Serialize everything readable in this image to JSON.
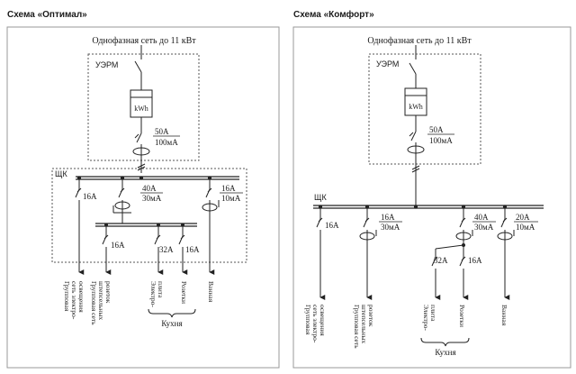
{
  "left": {
    "heading": "Схема «Оптимал»",
    "supply": "Однофазная сеть до 11 кВт",
    "meter_box": "УЭРМ",
    "meter": "kWh",
    "rcd_main_a": "50А",
    "rcd_main_ma": "100мА",
    "panel": "ЩК",
    "brk_lighting": "16А",
    "rcd_group_a": "40А",
    "rcd_group_ma": "30мА",
    "rcd_bath_a": "16А",
    "rcd_bath_ma": "10мА",
    "brk_sockets": "16А",
    "brk_stove": "32А",
    "brk_kitchen_sockets": "16А",
    "load_lighting": [
      "Групповая",
      "сеть электро-",
      "освещения"
    ],
    "load_sockets": [
      "Групповая сеть",
      "штепсельных",
      "розеток"
    ],
    "load_stove": [
      "Электро-",
      "плита"
    ],
    "load_kitchen_sockets": [
      "Розетки"
    ],
    "load_bath": [
      "Ванная"
    ],
    "kitchen": "Кухня"
  },
  "right": {
    "heading": "Схема «Комфорт»",
    "supply": "Однофазная сеть до 11 кВт",
    "meter_box": "УЭРМ",
    "meter": "kWh",
    "rcd_main_a": "50А",
    "rcd_main_ma": "100мА",
    "panel": "ЩК",
    "brk_lighting": "16А",
    "rcd_sockets_a": "16А",
    "rcd_sockets_ma": "30мА",
    "rcd_kitchen_a": "40А",
    "rcd_kitchen_ma": "30мА",
    "rcd_bath_a": "20А",
    "rcd_bath_ma": "10мА",
    "brk_stove": "32А",
    "brk_kitchen_sockets": "16А",
    "load_lighting": [
      "Групповая",
      "сеть электро-",
      "освещения"
    ],
    "load_sockets": [
      "Групповая сеть",
      "штепсельных",
      "розеток"
    ],
    "load_stove": [
      "Электро-",
      "плита"
    ],
    "load_kitchen_sockets": [
      "Розетки"
    ],
    "load_bath": [
      "Ванная"
    ],
    "kitchen": "Кухня"
  }
}
